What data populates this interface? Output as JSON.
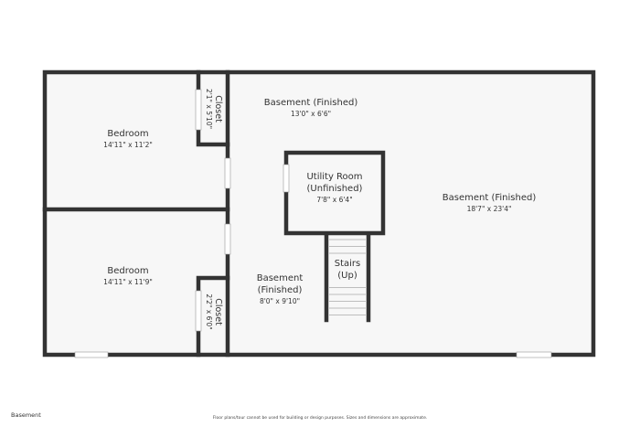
{
  "floor_name": "Basement",
  "disclaimer": "Floor plans/tour cannot be used for building or design purposes. Sizes and dimensions are approximate.",
  "rooms": {
    "bedroom_top": {
      "name": "Bedroom",
      "dims": "14'11\" x 11'2\""
    },
    "bedroom_bottom": {
      "name": "Bedroom",
      "dims": "14'11\" x 11'9\""
    },
    "closet_top": {
      "name": "Closet",
      "dims": "2'1\" x 5'10\""
    },
    "closet_bottom": {
      "name": "Closet",
      "dims": "2'2\" x 6'0\""
    },
    "basement_top": {
      "name": "Basement (Finished)",
      "dims": "13'0\" x 6'6\""
    },
    "utility": {
      "name_line1": "Utility Room",
      "name_line2": "(Unfinished)",
      "dims": "7'8\" x 6'4\""
    },
    "basement_main": {
      "name": "Basement (Finished)",
      "dims": "18'7\" x 23'4\""
    },
    "basement_small": {
      "name_line1": "Basement",
      "name_line2": "(Finished)",
      "dims": "8'0\" x 9'10\""
    },
    "stairs": {
      "name_line1": "Stairs",
      "name_line2": "(Up)"
    }
  },
  "colors": {
    "wall": "#333333",
    "floor": "#f7f7f7",
    "window": "#ffffff"
  }
}
